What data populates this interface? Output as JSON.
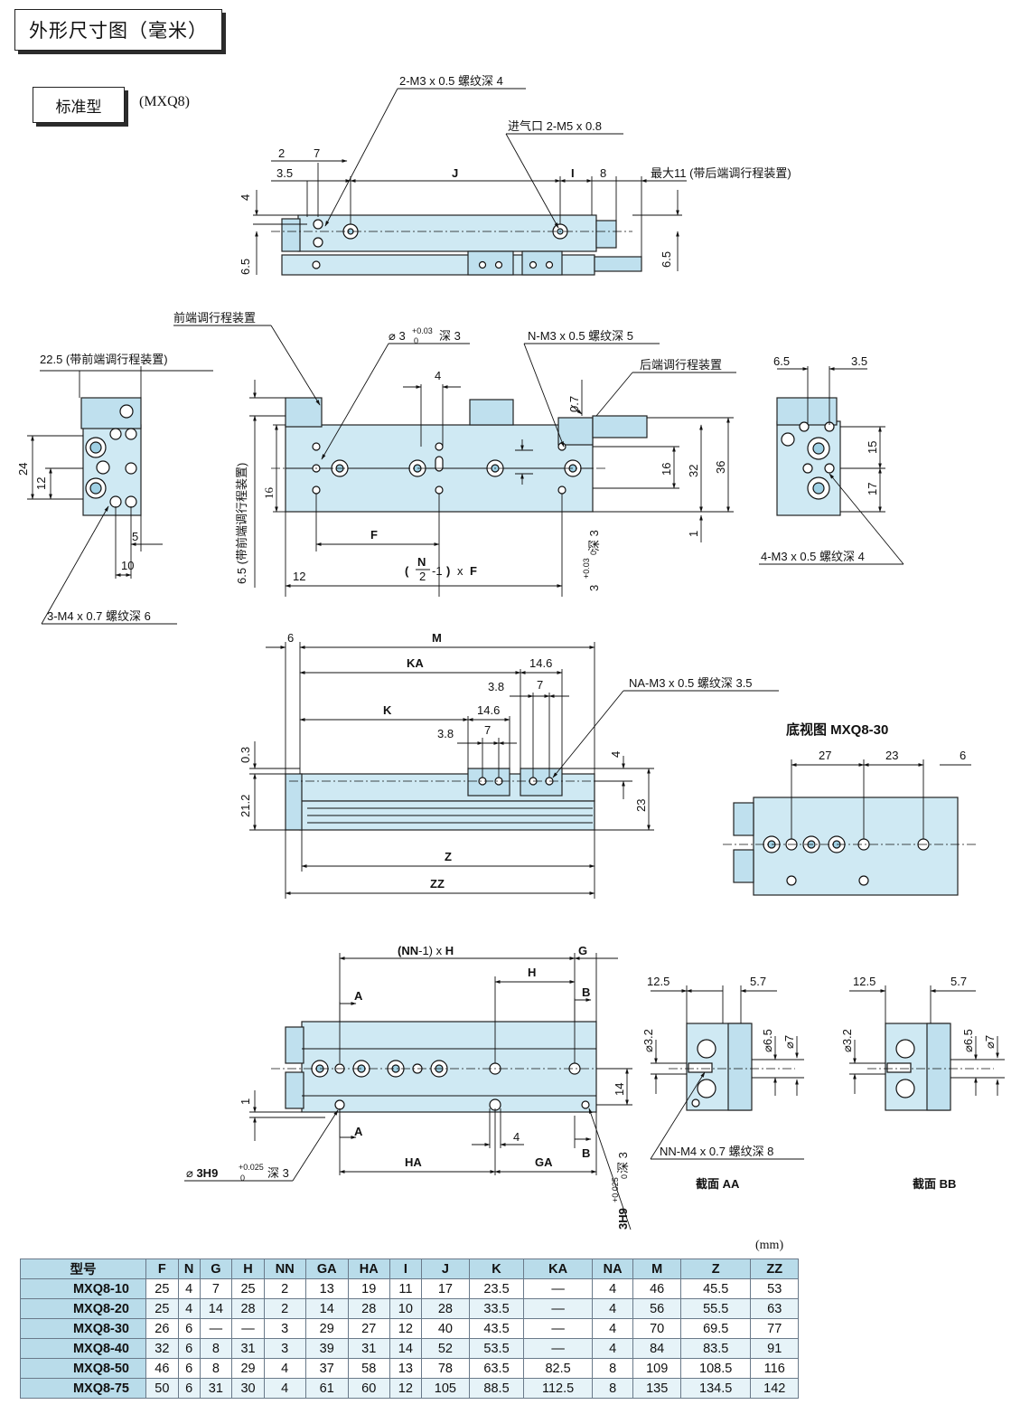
{
  "header": {
    "title": "外形尺寸图（毫米）",
    "subtitle": "标准型",
    "model": "(MXQ8)"
  },
  "labels": {
    "top_thread": "2-M3 x 0.5 螺纹深 4",
    "top_inlet": "进气口 2-M5 x 0.8",
    "top_max": "最大11 (带后端调行程装置)",
    "front_adjuster": "前端调行程装置",
    "rear_adjuster": "后端调行程装置",
    "left_22_5": "22.5 (带前端调行程装置)",
    "left_thread": "3-M4 x 0.7 螺纹深 6",
    "phi3_depth": "深 3",
    "n_thread": "N-M3 x 0.5 螺纹深 5",
    "right_thread": "4-M3 x 0.5 螺纹深 4",
    "side_6_5": "6.5 (带前端调行程装置)",
    "depth3_v": "深 3",
    "na_thread": "NA-M3 x 0.5 螺纹深 3.5",
    "bottom_view": "底视图 MXQ8-30",
    "nn_thread": "NN-M4 x 0.7 螺纹深 8",
    "h9_left": "3H9 深 3",
    "h9_vert": "3H9 深 3",
    "section_aa": "截面 AA",
    "section_bb": "截面 BB",
    "unit": "(mm)"
  },
  "table": {
    "headers": [
      "型号",
      "F",
      "N",
      "G",
      "H",
      "NN",
      "GA",
      "HA",
      "I",
      "J",
      "K",
      "KA",
      "NA",
      "M",
      "Z",
      "ZZ"
    ],
    "rows": [
      [
        "MXQ8-10",
        "25",
        "4",
        "7",
        "25",
        "2",
        "13",
        "19",
        "11",
        "17",
        "23.5",
        "—",
        "4",
        "46",
        "45.5",
        "53"
      ],
      [
        "MXQ8-20",
        "25",
        "4",
        "14",
        "28",
        "2",
        "14",
        "28",
        "10",
        "28",
        "33.5",
        "—",
        "4",
        "56",
        "55.5",
        "63"
      ],
      [
        "MXQ8-30",
        "26",
        "6",
        "—",
        "—",
        "3",
        "29",
        "27",
        "12",
        "40",
        "43.5",
        "—",
        "4",
        "70",
        "69.5",
        "77"
      ],
      [
        "MXQ8-40",
        "32",
        "6",
        "8",
        "31",
        "3",
        "39",
        "31",
        "14",
        "52",
        "53.5",
        "—",
        "4",
        "84",
        "83.5",
        "91"
      ],
      [
        "MXQ8-50",
        "46",
        "6",
        "8",
        "29",
        "4",
        "37",
        "58",
        "13",
        "78",
        "63.5",
        "82.5",
        "8",
        "109",
        "108.5",
        "116"
      ],
      [
        "MXQ8-75",
        "50",
        "6",
        "31",
        "30",
        "4",
        "61",
        "60",
        "12",
        "105",
        "88.5",
        "112.5",
        "8",
        "135",
        "134.5",
        "142"
      ]
    ]
  }
}
